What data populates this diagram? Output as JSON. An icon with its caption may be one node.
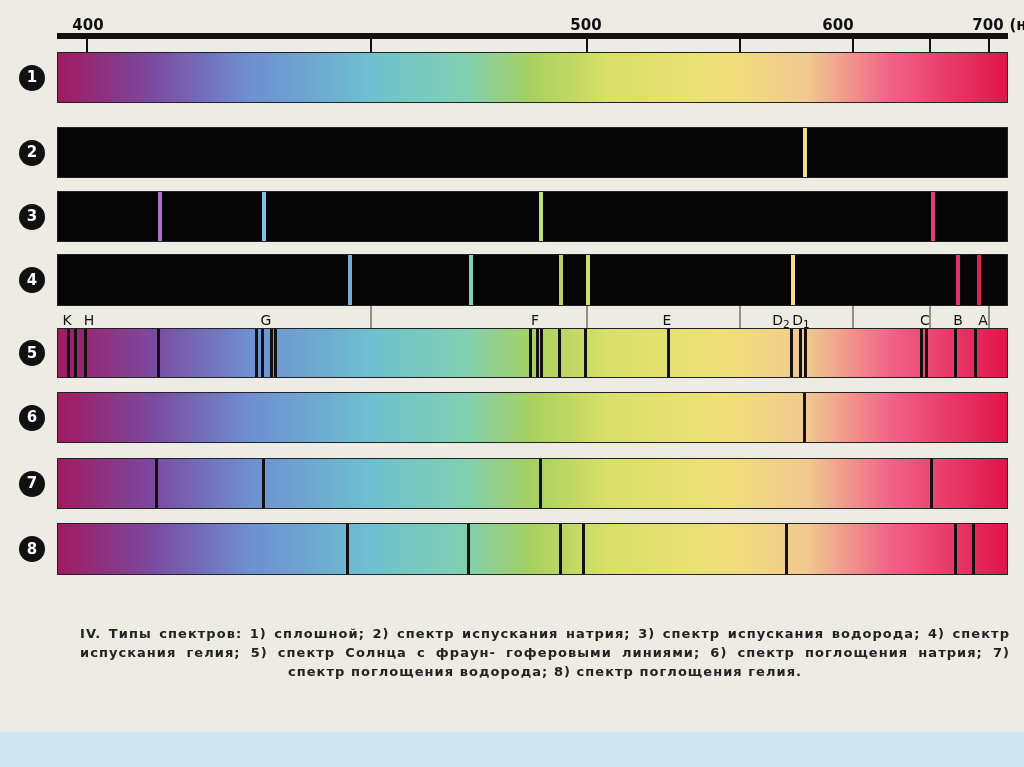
{
  "diagram": {
    "caption": "IV. Типы спектров: 1) сплошной; 2) спектр испускания натрия; 3) спектр испускания водорода; 4) спектр испускания гелия; 5) спектр Солнца с фраун- гоферовыми линиями; 6) спектр поглощения натрия; 7) спектр поглощения водорода; 8) спектр поглощения гелия.",
    "nodes": [
      {
        "text": [
          "1"
        ]
      },
      {
        "text": [
          "2"
        ]
      },
      {
        "text": [
          "3"
        ]
      },
      {
        "text": [
          "4"
        ]
      },
      {
        "text": [
          "5"
        ]
      },
      {
        "text": [
          "6"
        ]
      },
      {
        "text": [
          "7"
        ]
      },
      {
        "text": [
          "8"
        ]
      }
    ],
    "labels": [
      "400",
      "500",
      "600",
      "700",
      "(н",
      "K",
      "H",
      "G",
      "F",
      "E",
      "D$_{2}$",
      "D$_{1}$",
      "C",
      "B",
      "A"
    ]
  }
}
